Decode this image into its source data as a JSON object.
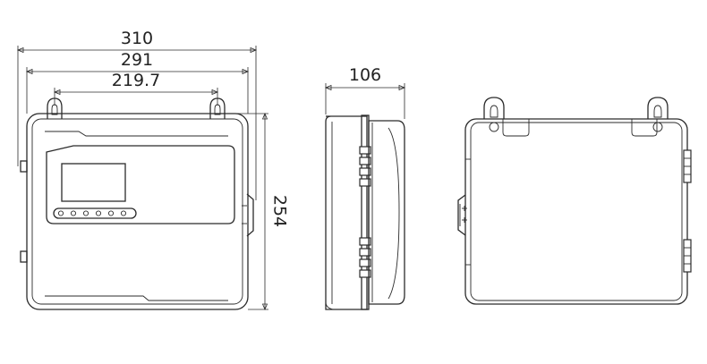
{
  "dimensions": {
    "overall_width": "310",
    "body_width": "291",
    "mount_spacing": "219.7",
    "depth": "106",
    "height": "254"
  },
  "colors": {
    "line": "#2b2b2b",
    "background": "#ffffff"
  }
}
